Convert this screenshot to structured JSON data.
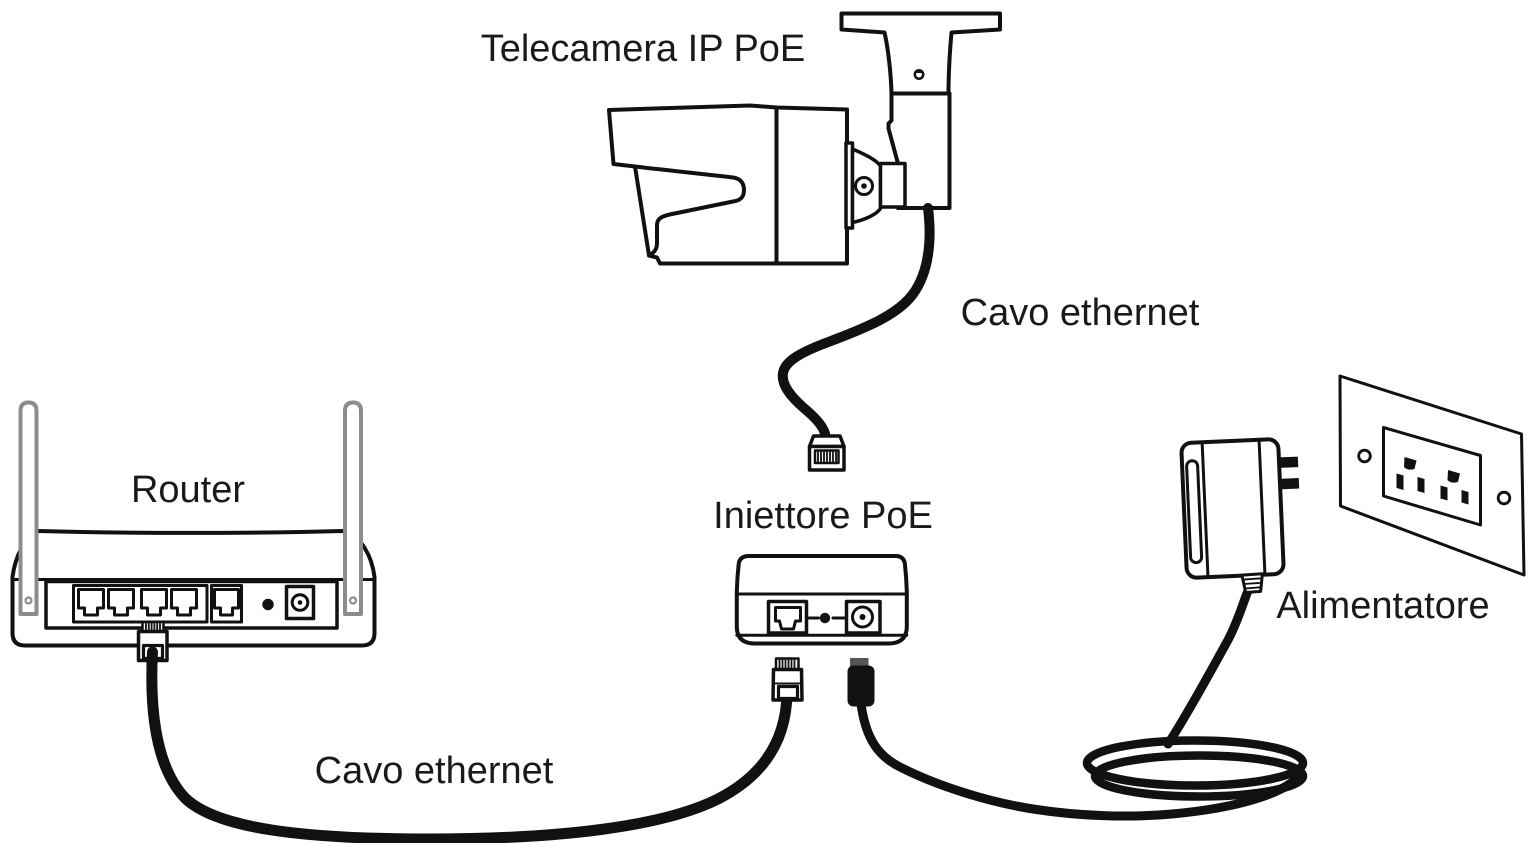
{
  "page": {
    "background": "#ffffff",
    "line_color": "#111111",
    "antenna_color": "#8c8c8c",
    "text_color": "#1a1a1a"
  },
  "labels": {
    "camera": "Telecamera IP PoE",
    "ethernet_cable_top": "Cavo ethernet",
    "router": "Router",
    "poe_injector": "Iniettore PoE",
    "power_adapter": "Alimentatore",
    "ethernet_cable_bottom": "Cavo ethernet"
  }
}
